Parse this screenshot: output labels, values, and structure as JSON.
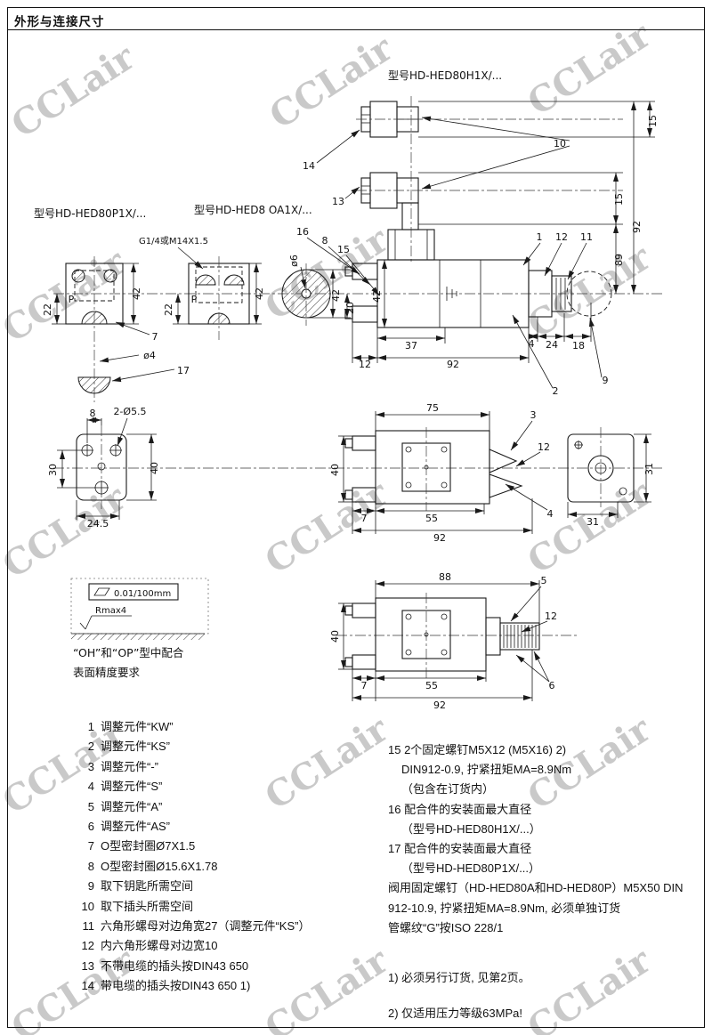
{
  "page": {
    "title": "外形与连接尺寸",
    "watermark": "CCLair"
  },
  "drawing": {
    "top": {
      "model": "型号HD-HED80H1X/...",
      "dim_15_upper": "15",
      "dim_10": "10",
      "dim_15_lower": "15",
      "dim_92": "92",
      "dim_89": "89",
      "leader_14": "14",
      "leader_13": "13"
    },
    "pview": {
      "model": "型号HD-HED80P1X/...",
      "dim_42": "42",
      "dim_22": "22",
      "port_label": "P",
      "leader_7": "7",
      "dim_phi4": "ø4",
      "leader_17": "17"
    },
    "aview": {
      "model": "型号HD-HED8 OA1X/...",
      "thread_label": "G1/4或M14X1.5",
      "dim_42": "42",
      "dim_22": "22",
      "port_label": "P"
    },
    "circle_view": {
      "dim_phi6": "ø6",
      "dim_42": "42",
      "dim_20": "20"
    },
    "main": {
      "dim_42": "42",
      "leader_16": "16",
      "leader_8": "8",
      "leader_15": "15",
      "leader_1": "1",
      "leader_12": "12",
      "leader_11": "11",
      "dim_37": "37",
      "dim_4": "4",
      "dim_24": "24",
      "dim_18": "18",
      "dim_12": "12",
      "dim_92": "92",
      "leader_2": "2",
      "leader_9": "9"
    },
    "mount": {
      "dim_8": "8",
      "dim_2phi55": "2-Ø5.5",
      "dim_30": "30",
      "dim_40": "40",
      "dim_24_5": "24.5"
    },
    "front": {
      "dim_75": "75",
      "leader_3": "3",
      "leader_12": "12",
      "leader_4": "4",
      "dim_40": "40",
      "dim_7": "7",
      "dim_55": "55",
      "dim_92": "92"
    },
    "end": {
      "dim_31_v": "31",
      "dim_31_h": "31"
    },
    "third": {
      "dim_88": "88",
      "leader_5": "5",
      "leader_12": "12",
      "leader_6": "6",
      "dim_40": "40",
      "dim_7": "7",
      "dim_55": "55",
      "dim_92": "92"
    },
    "finish": {
      "tolerance": "0.01/100mm",
      "rmax": "Rmax4",
      "note_line1": "“OH”和“OP”型中配合",
      "note_line2": "表面精度要求"
    }
  },
  "parts_left": [
    {
      "num": "1",
      "text": "调整元件“KW”"
    },
    {
      "num": "2",
      "text": "调整元件“KS”"
    },
    {
      "num": "3",
      "text": "调整元件“-”"
    },
    {
      "num": "4",
      "text": "调整元件“S”"
    },
    {
      "num": "5",
      "text": "调整元件“A”"
    },
    {
      "num": "6",
      "text": "调整元件“AS”"
    },
    {
      "num": "7",
      "text": "O型密封圈Ø7X1.5"
    },
    {
      "num": "8",
      "text": "O型密封圈Ø15.6X1.78"
    },
    {
      "num": "9",
      "text": "取下钥匙所需空间"
    },
    {
      "num": "10",
      "text": "取下插头所需空间"
    },
    {
      "num": "11",
      "text": "六角形螺母对边角宽27（调整元件“KS”）"
    },
    {
      "num": "12",
      "text": "内六角形螺母对边宽10"
    },
    {
      "num": "13",
      "text": "不带电缆的插头按DIN43 650"
    },
    {
      "num": "14",
      "text": "带电缆的插头按DIN43 650 1)"
    }
  ],
  "parts_right": [
    "15 2个固定螺钉M5X12 (M5X16) 2)",
    "DIN912-0.9, 拧紧扭矩MA=8.9Nm",
    "（包含在订货内）",
    "16 配合件的安装面最大直径",
    "（型号HD-HED80H1X/...）",
    "17 配合件的安装面最大直径",
    "（型号HD-HED80P1X/...）",
    "阀用固定螺钉（HD-HED80A和HD-HED80P）M5X50 DIN",
    "912-10.9, 拧紧扭矩MA=8.9Nm, 必须单独订货",
    "管螺纹“G”按ISO 228/1"
  ],
  "footnotes": [
    "1) 必须另行订货, 见第2页。",
    "2) 仅适用压力等级63MPa!"
  ]
}
